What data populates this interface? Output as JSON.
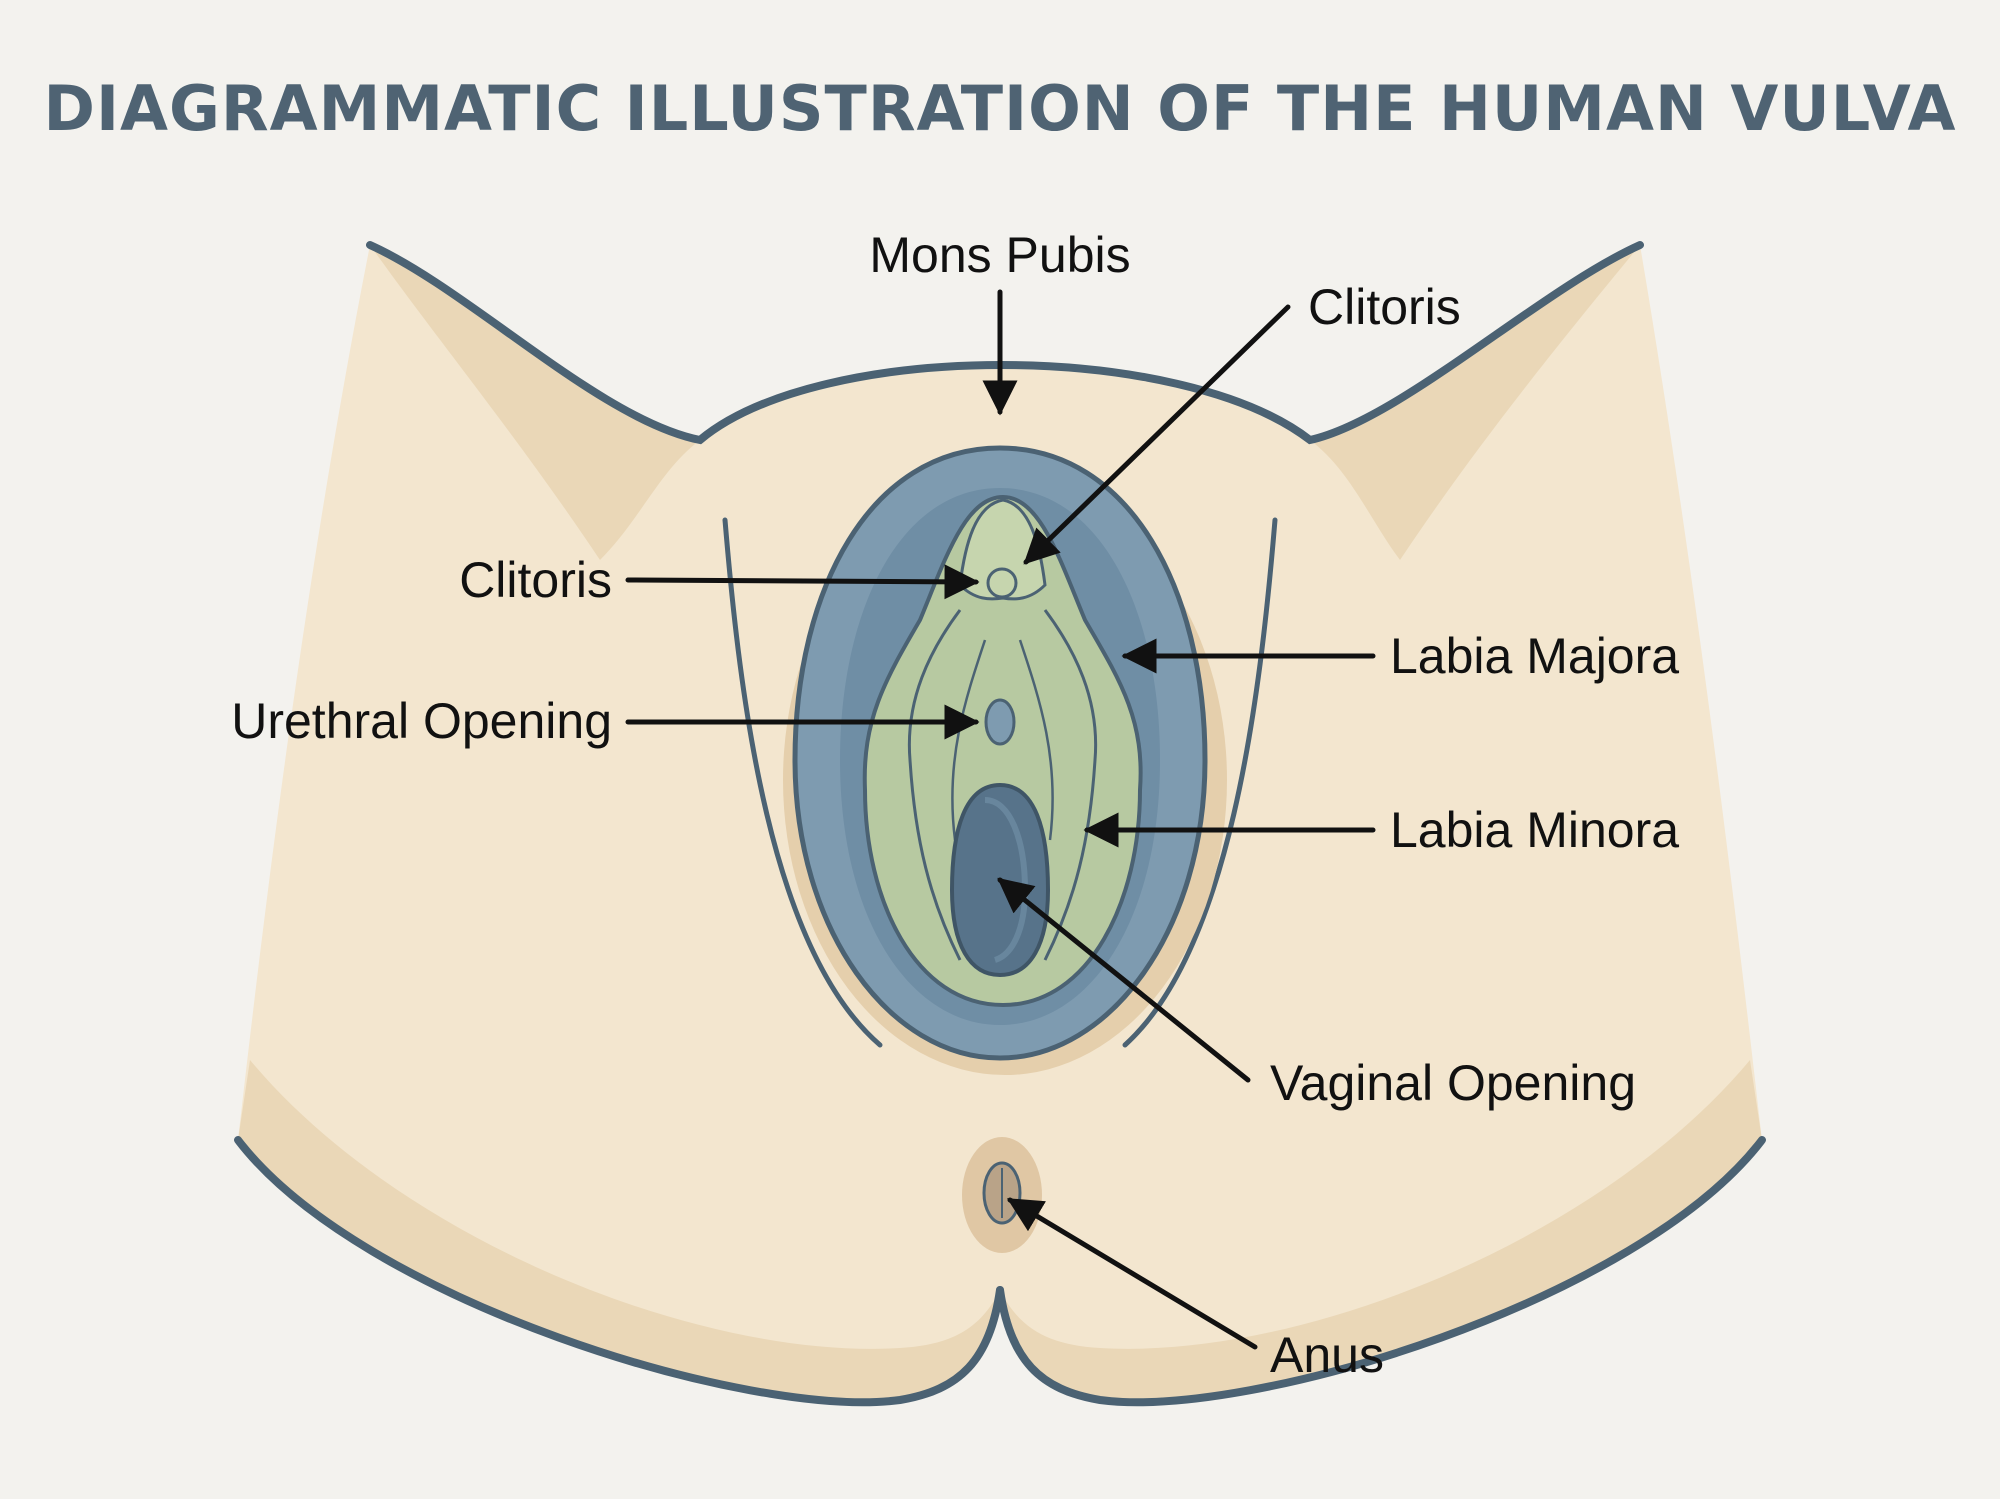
{
  "title": "DIAGRAMMATIC ILLUSTRATION OF THE HUMAN VULVA",
  "labels": {
    "mons_pubis": "Mons Pubis",
    "clitoris_right": "Clitoris",
    "clitoris_left": "Clitoris",
    "urethral_opening": "Urethral Opening",
    "labia_majora": "Labia Majora",
    "labia_minora": "Labia Minora",
    "vaginal_opening": "Vaginal Opening",
    "anus": "Anus"
  },
  "colors": {
    "background": "#f3f2ee",
    "skin": "#f3e6cf",
    "skin_shade": "#e8d4b3",
    "outline": "#4b6273",
    "labia_majora": "#7e9bb0",
    "labia_minora": "#b7c9a1",
    "vaginal_opening": "#57738a",
    "arrow": "#111111"
  }
}
